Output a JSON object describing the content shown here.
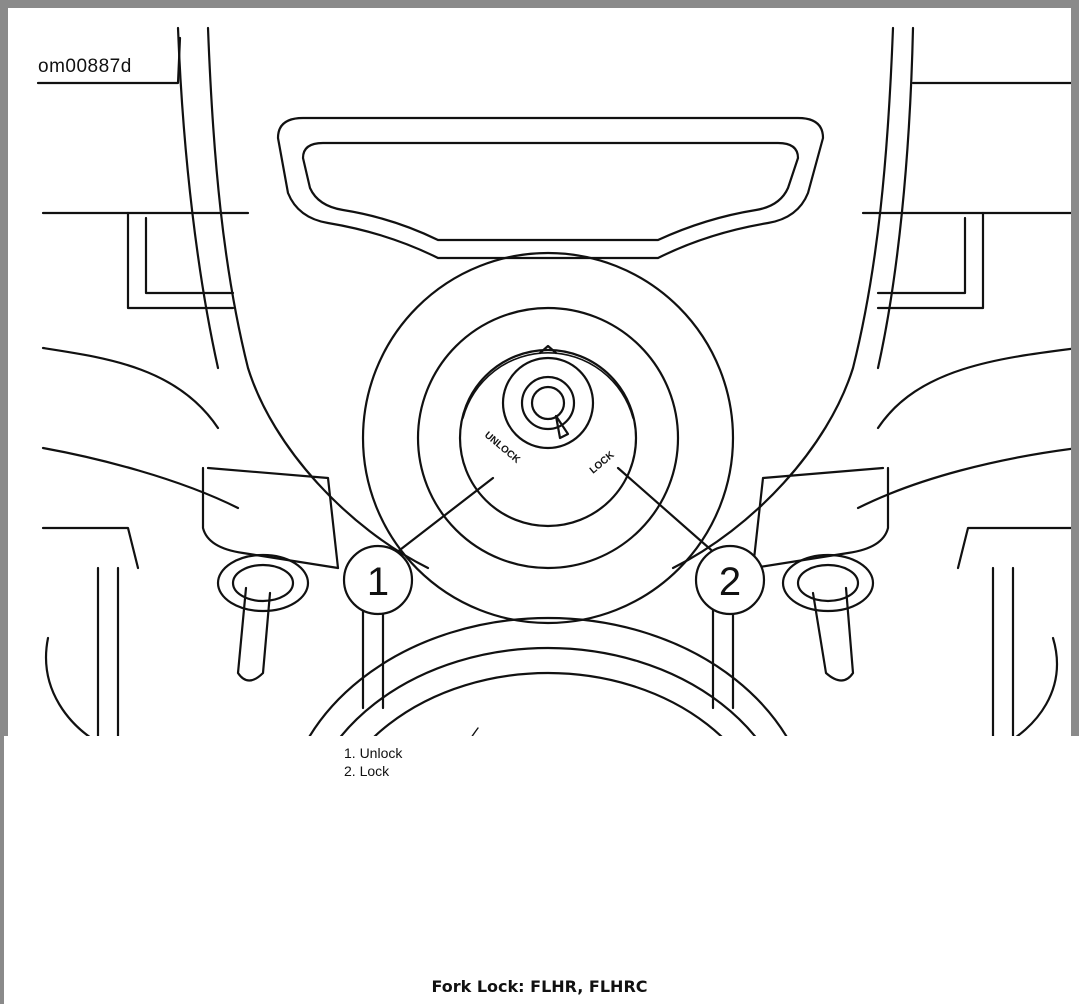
{
  "figure": {
    "id_label": "om00887d",
    "callouts": [
      {
        "number": "1",
        "text": "UNLOCK"
      },
      {
        "number": "2",
        "text": "LOCK"
      }
    ]
  },
  "legend": {
    "items": [
      {
        "label": "1. Unlock"
      },
      {
        "label": "2. Lock"
      }
    ]
  },
  "caption": "Fork Lock: FLHR, FLHRC",
  "colors": {
    "frame": "#8a8a8a",
    "line": "#111111",
    "background": "#ffffff"
  }
}
